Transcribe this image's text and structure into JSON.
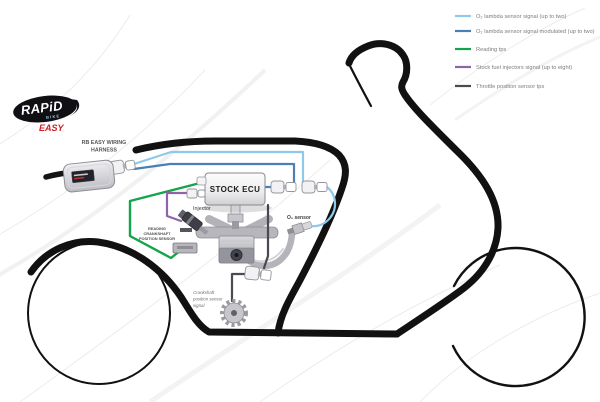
{
  "colors": {
    "light_blue": "#8ec8ea",
    "blue": "#4a80b8",
    "green": "#14a44a",
    "purple": "#8f63ab",
    "dark": "#4a4a52",
    "scooter": "#111111",
    "easy_red": "#cf1f25"
  },
  "logo": {
    "brand": "RAPiD",
    "sub": "BIKE",
    "variant": "EASY"
  },
  "legend": {
    "items": [
      {
        "label": "O₂ lambda sensor signal (up to two)",
        "color": "#8ec8ea"
      },
      {
        "label": "O₂ lambda sensor signal modulated (up to two)",
        "color": "#4a80b8"
      },
      {
        "label": "Reading tps",
        "color": "#14a44a"
      },
      {
        "label": "Stock fuel injectors signal (up to eight)",
        "color": "#8f63ab"
      },
      {
        "label": "Throttle position sensor tps",
        "color": "#4a4a52"
      }
    ]
  },
  "labels": {
    "harness_line1": "RB EASY WIRING",
    "harness_line2": "HARNESS",
    "ecu": "STOCK ECU",
    "injector": "Injector",
    "reading_line1": "READING",
    "reading_line2": "CRANKSHAFT",
    "reading_line3": "POSITION SENSOR",
    "o2_sensor": "O₂ sensor",
    "crank_line1": "Crankshaft",
    "crank_line2": "position sensor",
    "crank_line3": "signal"
  }
}
